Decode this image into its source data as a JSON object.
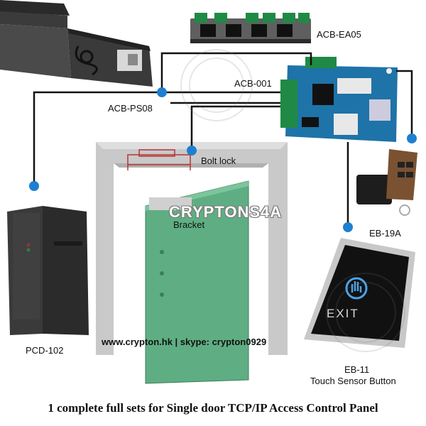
{
  "labels": {
    "ea05": "ACB-EA05",
    "ps08": "ACB-PS08",
    "acb001": "ACB-001",
    "boltlock": "Bolt lock",
    "bracket": "Bracket",
    "pcd102": "PCD-102",
    "eb19a": "EB-19A",
    "eb11": "EB-11",
    "eb11_desc": "Touch Sensor Button",
    "exit": "EXIT"
  },
  "watermark": "CRYPTONS4A",
  "contact": "www.crypton.hk | skype: crypton0929",
  "caption": "1 complete full sets for Single door TCP/IP Access Control Panel",
  "colors": {
    "wire": "#111111",
    "node": "#1e7fd1",
    "board": "#1e73a8",
    "door_leaf": "#5fae83",
    "frame": "#c9c9c9"
  }
}
